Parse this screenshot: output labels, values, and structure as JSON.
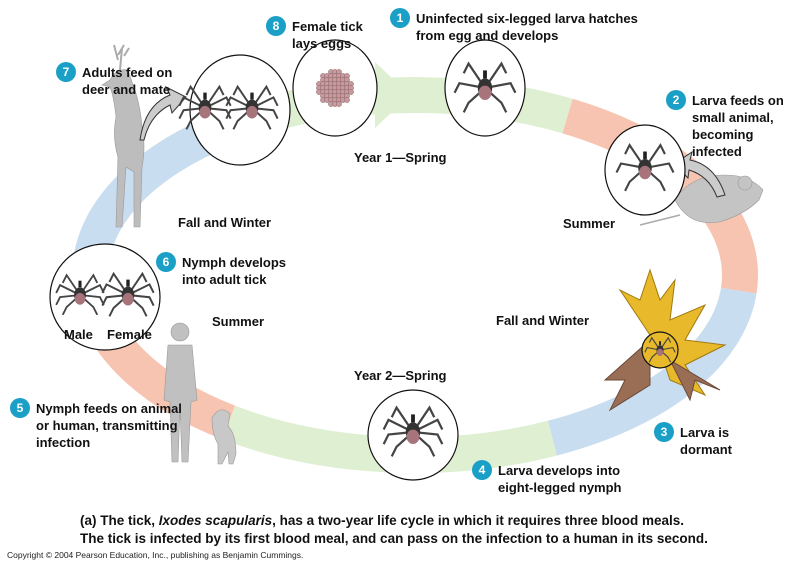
{
  "steps": [
    {
      "num": "1",
      "text": "Uninfected six-legged larva hatches from egg and develops"
    },
    {
      "num": "2",
      "text": "Larva feeds on small animal, becoming infected"
    },
    {
      "num": "3",
      "text": "Larva is dormant"
    },
    {
      "num": "4",
      "text": "Larva develops into eight-legged nymph"
    },
    {
      "num": "5",
      "text": "Nymph feeds on animal or human, transmitting infection"
    },
    {
      "num": "6",
      "text": "Nymph develops into adult tick"
    },
    {
      "num": "7",
      "text": "Adults feed on deer and mate"
    },
    {
      "num": "8",
      "text": "Female tick lays eggs"
    }
  ],
  "seasons": {
    "y1_spring": "Year 1—Spring",
    "y1_summer": "Summer",
    "y1_fall": "Fall and Winter",
    "y2_spring": "Year 2—Spring",
    "y2_summer": "Summer",
    "y2_fall": "Fall and Winter"
  },
  "labels": {
    "male": "Male",
    "female": "Female"
  },
  "caption": {
    "prefix": "(a)",
    "line1a": " The tick, ",
    "species": "Ixodes scapularis",
    "line1b": ", has a two-year life cycle in which it requires three blood meals.",
    "line2": "The tick is infected by its first blood meal, and can pass on the infection to a human in its second."
  },
  "copyright": "Copyright © 2004 Pearson Education, Inc., publishing as Benjamin Cummings.",
  "colors": {
    "spring": "#dff0d2",
    "summer": "#f6c4b0",
    "fall": "#c8ddef",
    "badge": "#1a9fc6",
    "tick_body": "#a8747c",
    "animal": "#bdbdbd"
  }
}
